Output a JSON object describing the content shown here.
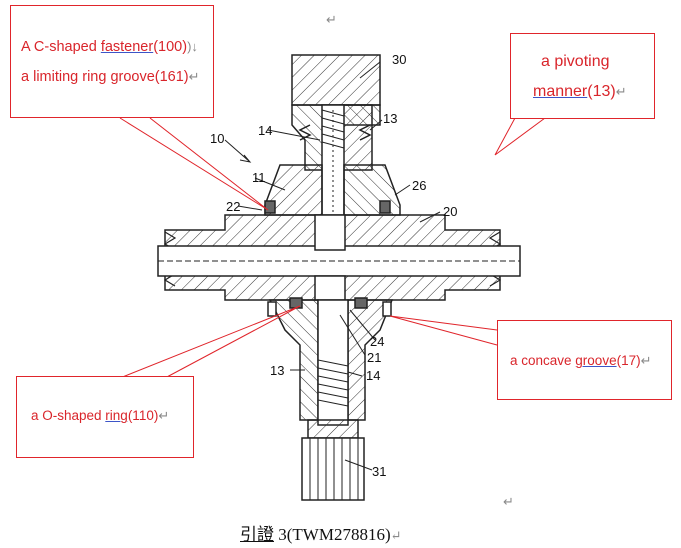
{
  "callouts": {
    "c_shaped": {
      "part1": "A C-shaped ",
      "part2": "fastener",
      "part3": "(100)",
      "mark": ")↓"
    },
    "limiting": {
      "text": "a limiting ring groove(161)",
      "mark": "↵"
    },
    "pivoting_1": {
      "text": "a pivoting"
    },
    "pivoting_2": {
      "part1": "manner",
      "part2": "(13)",
      "mark": "↵"
    },
    "concave": {
      "part1": "a concave ",
      "part2": "groove",
      "part3": "(17)",
      "mark": "↵"
    },
    "o_shaped": {
      "part1": "a O-shaped ",
      "part2": "ring",
      "part3": "(110)",
      "mark": "↵"
    }
  },
  "part_numbers": [
    "30",
    "14",
    "13",
    "10",
    "11",
    "26",
    "22",
    "20",
    "24",
    "21",
    "13",
    "14",
    "31"
  ],
  "caption": {
    "underlined": "引證",
    "rest": " 3(TWM278816)",
    "mark": "↵"
  },
  "stray_marks": {
    "top": "↵",
    "bottom": "↵"
  },
  "colors": {
    "callout_red": "#e0252b",
    "line": "#222222"
  }
}
